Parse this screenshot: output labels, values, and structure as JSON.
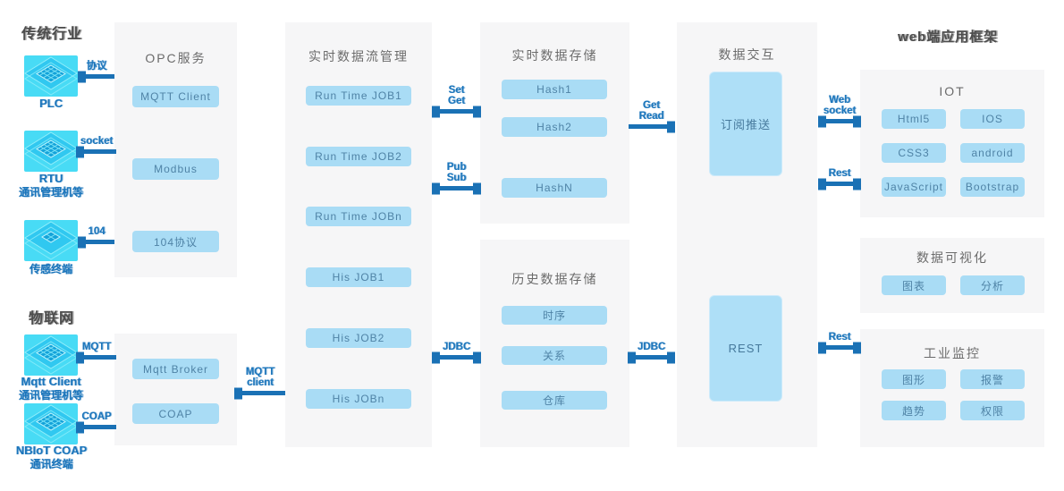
{
  "section_titles": {
    "traditional": "传统行业",
    "iot": "物联网",
    "web": "web端应用框架"
  },
  "devices": {
    "plc": {
      "name": "PLC"
    },
    "rtu": {
      "name": "RTU",
      "sub": "通讯管理机等"
    },
    "sensor": {
      "name": "传感终端"
    },
    "mqtt_client": {
      "name": "Mqtt Client",
      "sub": "通讯管理机等"
    },
    "nbiot": {
      "name": "NBIoT COAP",
      "sub": "通讯终端"
    }
  },
  "panels": {
    "opc": {
      "title": "OPC服务",
      "items": [
        "MQTT Client",
        "Modbus",
        "104协议"
      ]
    },
    "gateway": {
      "items": [
        "Mqtt Broker",
        "COAP"
      ]
    },
    "stream": {
      "title": "实时数据流管理",
      "items": [
        "Run Time JOB1",
        "Run Time JOB2",
        "Run Time JOBn",
        "His JOB1",
        "His JOB2",
        "His JOBn"
      ]
    },
    "rt_store": {
      "title": "实时数据存储",
      "items": [
        "Hash1",
        "Hash2",
        "HashN"
      ]
    },
    "his_store": {
      "title": "历史数据存储",
      "items": [
        "时序",
        "关系",
        "仓库"
      ]
    },
    "exchange": {
      "title": "数据交互",
      "subscribe": "订阅推送",
      "rest": "REST"
    },
    "web_iot": {
      "title": "IOT",
      "items": [
        "Html5",
        "IOS",
        "CSS3",
        "android",
        "JavaScript",
        "Bootstrap"
      ]
    },
    "dataviz": {
      "title": "数据可视化",
      "items": [
        "图表",
        "分析"
      ]
    },
    "monitor": {
      "title": "工业监控",
      "items": [
        "图形",
        "报警",
        "趋势",
        "权限"
      ]
    }
  },
  "connectors": {
    "protocol": {
      "l1": "协议"
    },
    "socket": {
      "l1": "socket"
    },
    "c104": {
      "l1": "104"
    },
    "mqtt": {
      "l1": "MQTT"
    },
    "coap": {
      "l1": "COAP"
    },
    "mqtt_client": {
      "l1": "MQTT",
      "l2": "client"
    },
    "set_get": {
      "l1": "Set",
      "l2": "Get"
    },
    "pub_sub": {
      "l1": "Pub",
      "l2": "Sub"
    },
    "get_read": {
      "l1": "Get",
      "l2": "Read"
    },
    "jdbc_left": {
      "l1": "JDBC"
    },
    "jdbc_right": {
      "l1": "JDBC"
    },
    "web_socket": {
      "l1": "Web",
      "l2": "socket"
    },
    "rest_top": {
      "l1": "Rest"
    },
    "rest_bottom": {
      "l1": "Rest"
    }
  },
  "colors": {
    "accent_blue": "#1b75bb",
    "panel_bg": "#f6f6f7",
    "chip_bg": "#a9dcf5",
    "device_cyan": "#48dbf5"
  }
}
